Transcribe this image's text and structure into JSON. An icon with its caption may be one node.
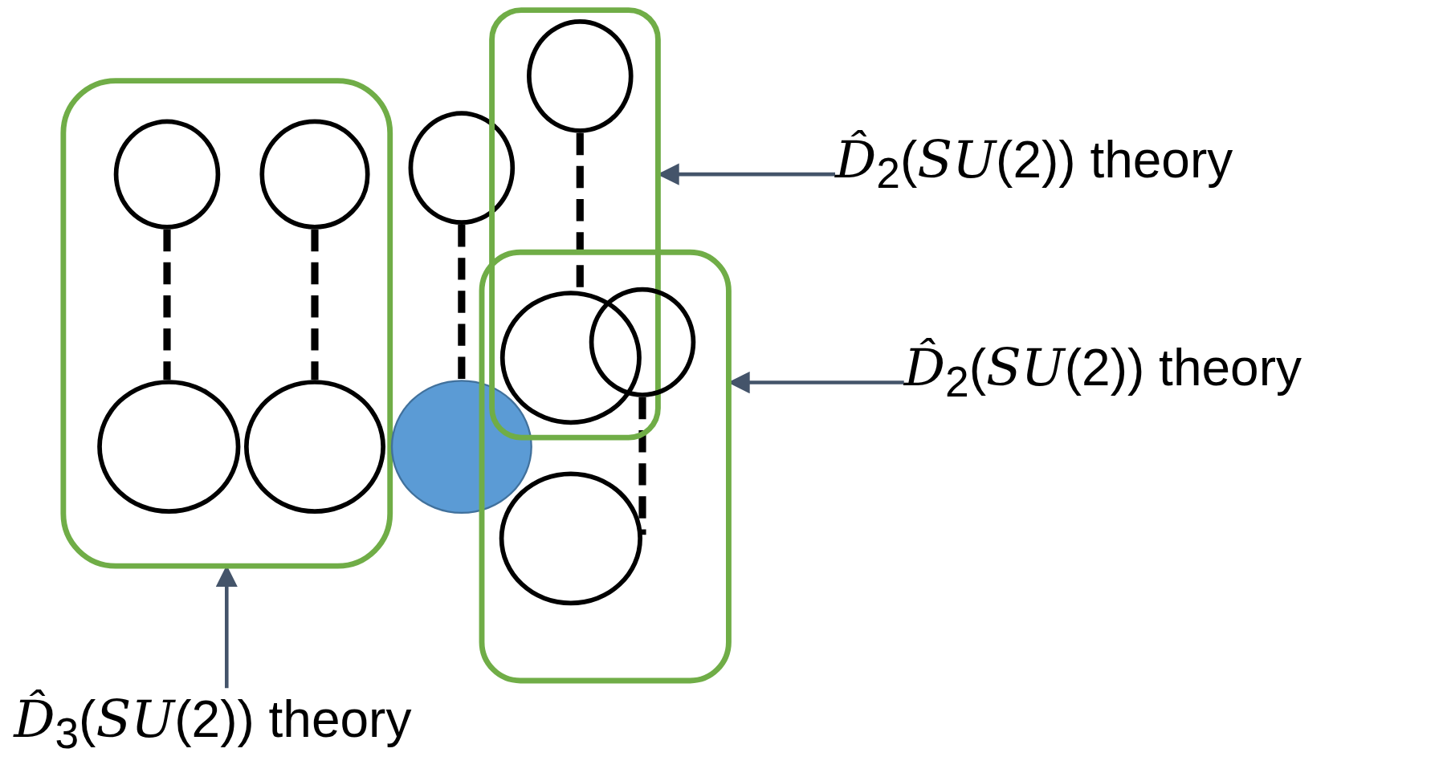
{
  "diagram": {
    "nodes": [
      {
        "text": [],
        "shape": "box"
      },
      {
        "text": [],
        "shape": "circle",
        "in": 0
      },
      {
        "text": [],
        "shape": "circle",
        "in": 0
      },
      {
        "text": [],
        "shape": "circle",
        "in": 0
      },
      {
        "text": [],
        "shape": "circle",
        "in": 0
      },
      {
        "text": [],
        "shape": "circle"
      },
      {
        "text": [],
        "shape": "circle"
      },
      {
        "text": [],
        "shape": "box"
      },
      {
        "text": [],
        "shape": "circle",
        "in": 7
      },
      {
        "text": [],
        "shape": "box"
      },
      {
        "text": [],
        "shape": "circle"
      },
      {
        "text": [],
        "shape": "circle",
        "in": 9
      },
      {
        "text": [],
        "shape": "circle",
        "in": 9
      },
      {
        "text": [
          "*D̂*$_{2}$(*SU*(2)) theory"
        ]
      },
      {
        "text": [
          "*D̂*$_{2}$(*SU*(2)) theory"
        ]
      },
      {
        "text": [
          "*D̂*$_{3}$(*SU*(2)) theory"
        ]
      }
    ],
    "edges": [
      {
        "from": 1,
        "to": 3,
        "arrow": "none",
        "style": "dashed"
      },
      {
        "from": 2,
        "to": 4,
        "arrow": "none",
        "style": "dashed"
      },
      {
        "from": 5,
        "to": 6,
        "arrow": "none",
        "style": "dashed"
      },
      {
        "from": 8,
        "to": 10,
        "arrow": "none",
        "style": "dashed"
      },
      {
        "from": 11,
        "to": 12,
        "arrow": "none",
        "style": "dashed"
      },
      {
        "from": 13,
        "to": 7,
        "arrow": "to",
        "color": "#44546a"
      },
      {
        "from": 14,
        "to": 9,
        "arrow": "to",
        "color": "#44546a"
      },
      {
        "from": 15,
        "to": 0,
        "arrow": "to",
        "color": "#44546a"
      }
    ]
  }
}
